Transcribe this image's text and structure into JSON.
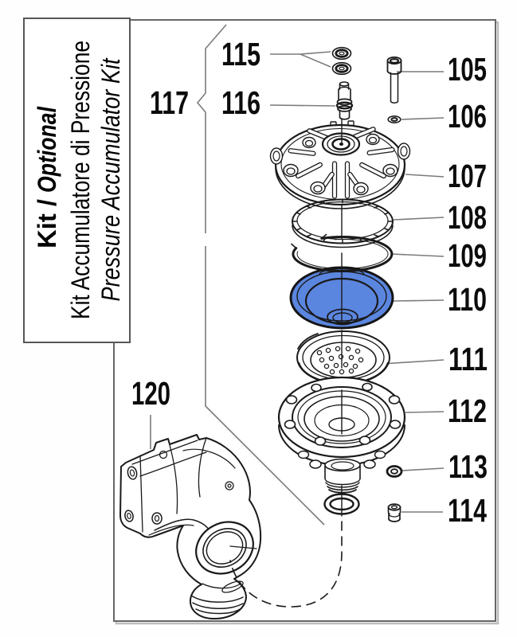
{
  "kit_label": {
    "title_prefix": "Kit /",
    "title_emphasis": "Optional",
    "subtitle_it": "Kit Accumulatore di Pressione",
    "subtitle_en": "Pressure Accumulator Kit"
  },
  "parts": {
    "p105": {
      "label": "105"
    },
    "p106": {
      "label": "106"
    },
    "p107": {
      "label": "107"
    },
    "p108": {
      "label": "108"
    },
    "p109": {
      "label": "109"
    },
    "p110": {
      "label": "110"
    },
    "p111": {
      "label": "111"
    },
    "p112": {
      "label": "112"
    },
    "p113": {
      "label": "113"
    },
    "p114": {
      "label": "114"
    },
    "p115": {
      "label": "115"
    },
    "p116": {
      "label": "116"
    },
    "p117": {
      "label": "117"
    },
    "p120": {
      "label": "120"
    }
  },
  "colors": {
    "diaphragm_fill": "#5b86e0",
    "leader_line": "#7b7b7b",
    "frame_border": "#666666"
  }
}
